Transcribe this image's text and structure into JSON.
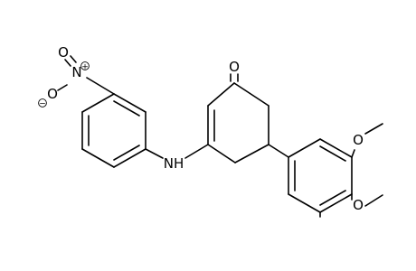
{
  "molecule": {
    "atoms": {
      "ketone_oxygen": "O",
      "amine": "NH",
      "nitro_nitrogen": "N",
      "nitro_oxygen_double": "O",
      "nitro_oxygen_charged": "O",
      "methoxy_oxygen_meta": "O",
      "methoxy_oxygen_para": "O"
    },
    "charges": {
      "nitro_nitrogen": "+",
      "nitro_oxygen_charged": "−"
    }
  }
}
